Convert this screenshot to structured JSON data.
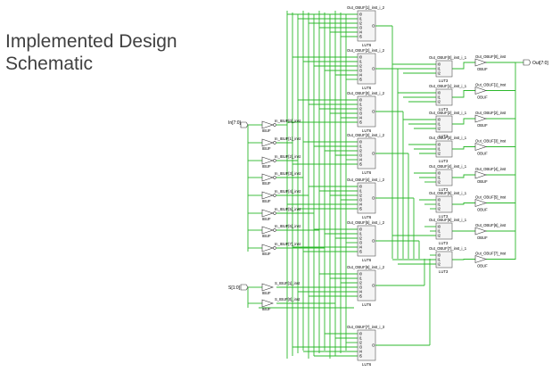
{
  "slide": {
    "title_line1": "Implemented Design",
    "title_line2": "Schematic"
  },
  "ports": {
    "in": "In[7:0]",
    "sel": "S[1:0]",
    "out": "Out[7:0]"
  },
  "in_bufs": [
    {
      "name": "In_IBUF[0]_inst",
      "type": "IBUF"
    },
    {
      "name": "In_IBUF[1]_inst",
      "type": "IBUF"
    },
    {
      "name": "In_IBUF[2]_inst",
      "type": "IBUF"
    },
    {
      "name": "In_IBUF[3]_inst",
      "type": "IBUF"
    },
    {
      "name": "In_IBUF[4]_inst",
      "type": "IBUF"
    },
    {
      "name": "In_IBUF[5]_inst",
      "type": "IBUF"
    },
    {
      "name": "In_IBUF[6]_inst",
      "type": "IBUF"
    },
    {
      "name": "In_IBUF[7]_inst",
      "type": "IBUF"
    }
  ],
  "sel_bufs": [
    {
      "name": "S_IBUF[1]_inst",
      "type": "IBUF"
    },
    {
      "name": "S_IBUF[0]_inst",
      "type": "IBUF"
    }
  ],
  "lut6_cells": [
    {
      "name": "Out_OBUF[1]_inst_i_2",
      "type": "LUT6"
    },
    {
      "name": "Out_OBUF[2]_inst_i_2",
      "type": "LUT6"
    },
    {
      "name": "Out_OBUF[0]_inst_i_2",
      "type": "LUT6"
    },
    {
      "name": "Out_OBUF[3]_inst_i_2",
      "type": "LUT6"
    },
    {
      "name": "Out_OBUF[4]_inst_i_2",
      "type": "LUT6"
    },
    {
      "name": "Out_OBUF[5]_inst_i_2",
      "type": "LUT6"
    },
    {
      "name": "Out_OBUF[6]_inst_i_2",
      "type": "LUT6"
    },
    {
      "name": "Out_OBUF[7]_inst_i_3",
      "type": "LUT6"
    }
  ],
  "lut3_cells": [
    {
      "name": "Out_OBUF[0]_inst_i_1",
      "type": "LUT3"
    },
    {
      "name": "Out_OBUF[1]_inst_i_1",
      "type": "LUT3"
    },
    {
      "name": "Out_OBUF[2]_inst_i_1",
      "type": "LUT3"
    },
    {
      "name": "Out_OBUF[3]_inst_i_1",
      "type": "LUT3"
    },
    {
      "name": "Out_OBUF[4]_inst_i_1",
      "type": "LUT3"
    },
    {
      "name": "Out_OBUF[5]_inst_i_1",
      "type": "LUT3"
    },
    {
      "name": "Out_OBUF[6]_inst_i_1",
      "type": "LUT3"
    },
    {
      "name": "Out_OBUF[7]_inst_i_1",
      "type": "LUT3"
    }
  ],
  "out_bufs": [
    {
      "name": "Out_OBUF[0]_inst",
      "type": "OBUF"
    },
    {
      "name": "Out_OBUF[1]_inst",
      "type": "OBUF"
    },
    {
      "name": "Out_OBUF[2]_inst",
      "type": "OBUF"
    },
    {
      "name": "Out_OBUF[3]_inst",
      "type": "OBUF"
    },
    {
      "name": "Out_OBUF[4]_inst",
      "type": "OBUF"
    },
    {
      "name": "Out_OBUF[5]_inst",
      "type": "OBUF"
    },
    {
      "name": "Out_OBUF[6]_inst",
      "type": "OBUF"
    },
    {
      "name": "Out_OBUF[7]_inst",
      "type": "OBUF"
    }
  ],
  "colors": {
    "wire": "#2cb82c",
    "cell_fill": "#f4f4f4",
    "title_text": "#404040"
  }
}
